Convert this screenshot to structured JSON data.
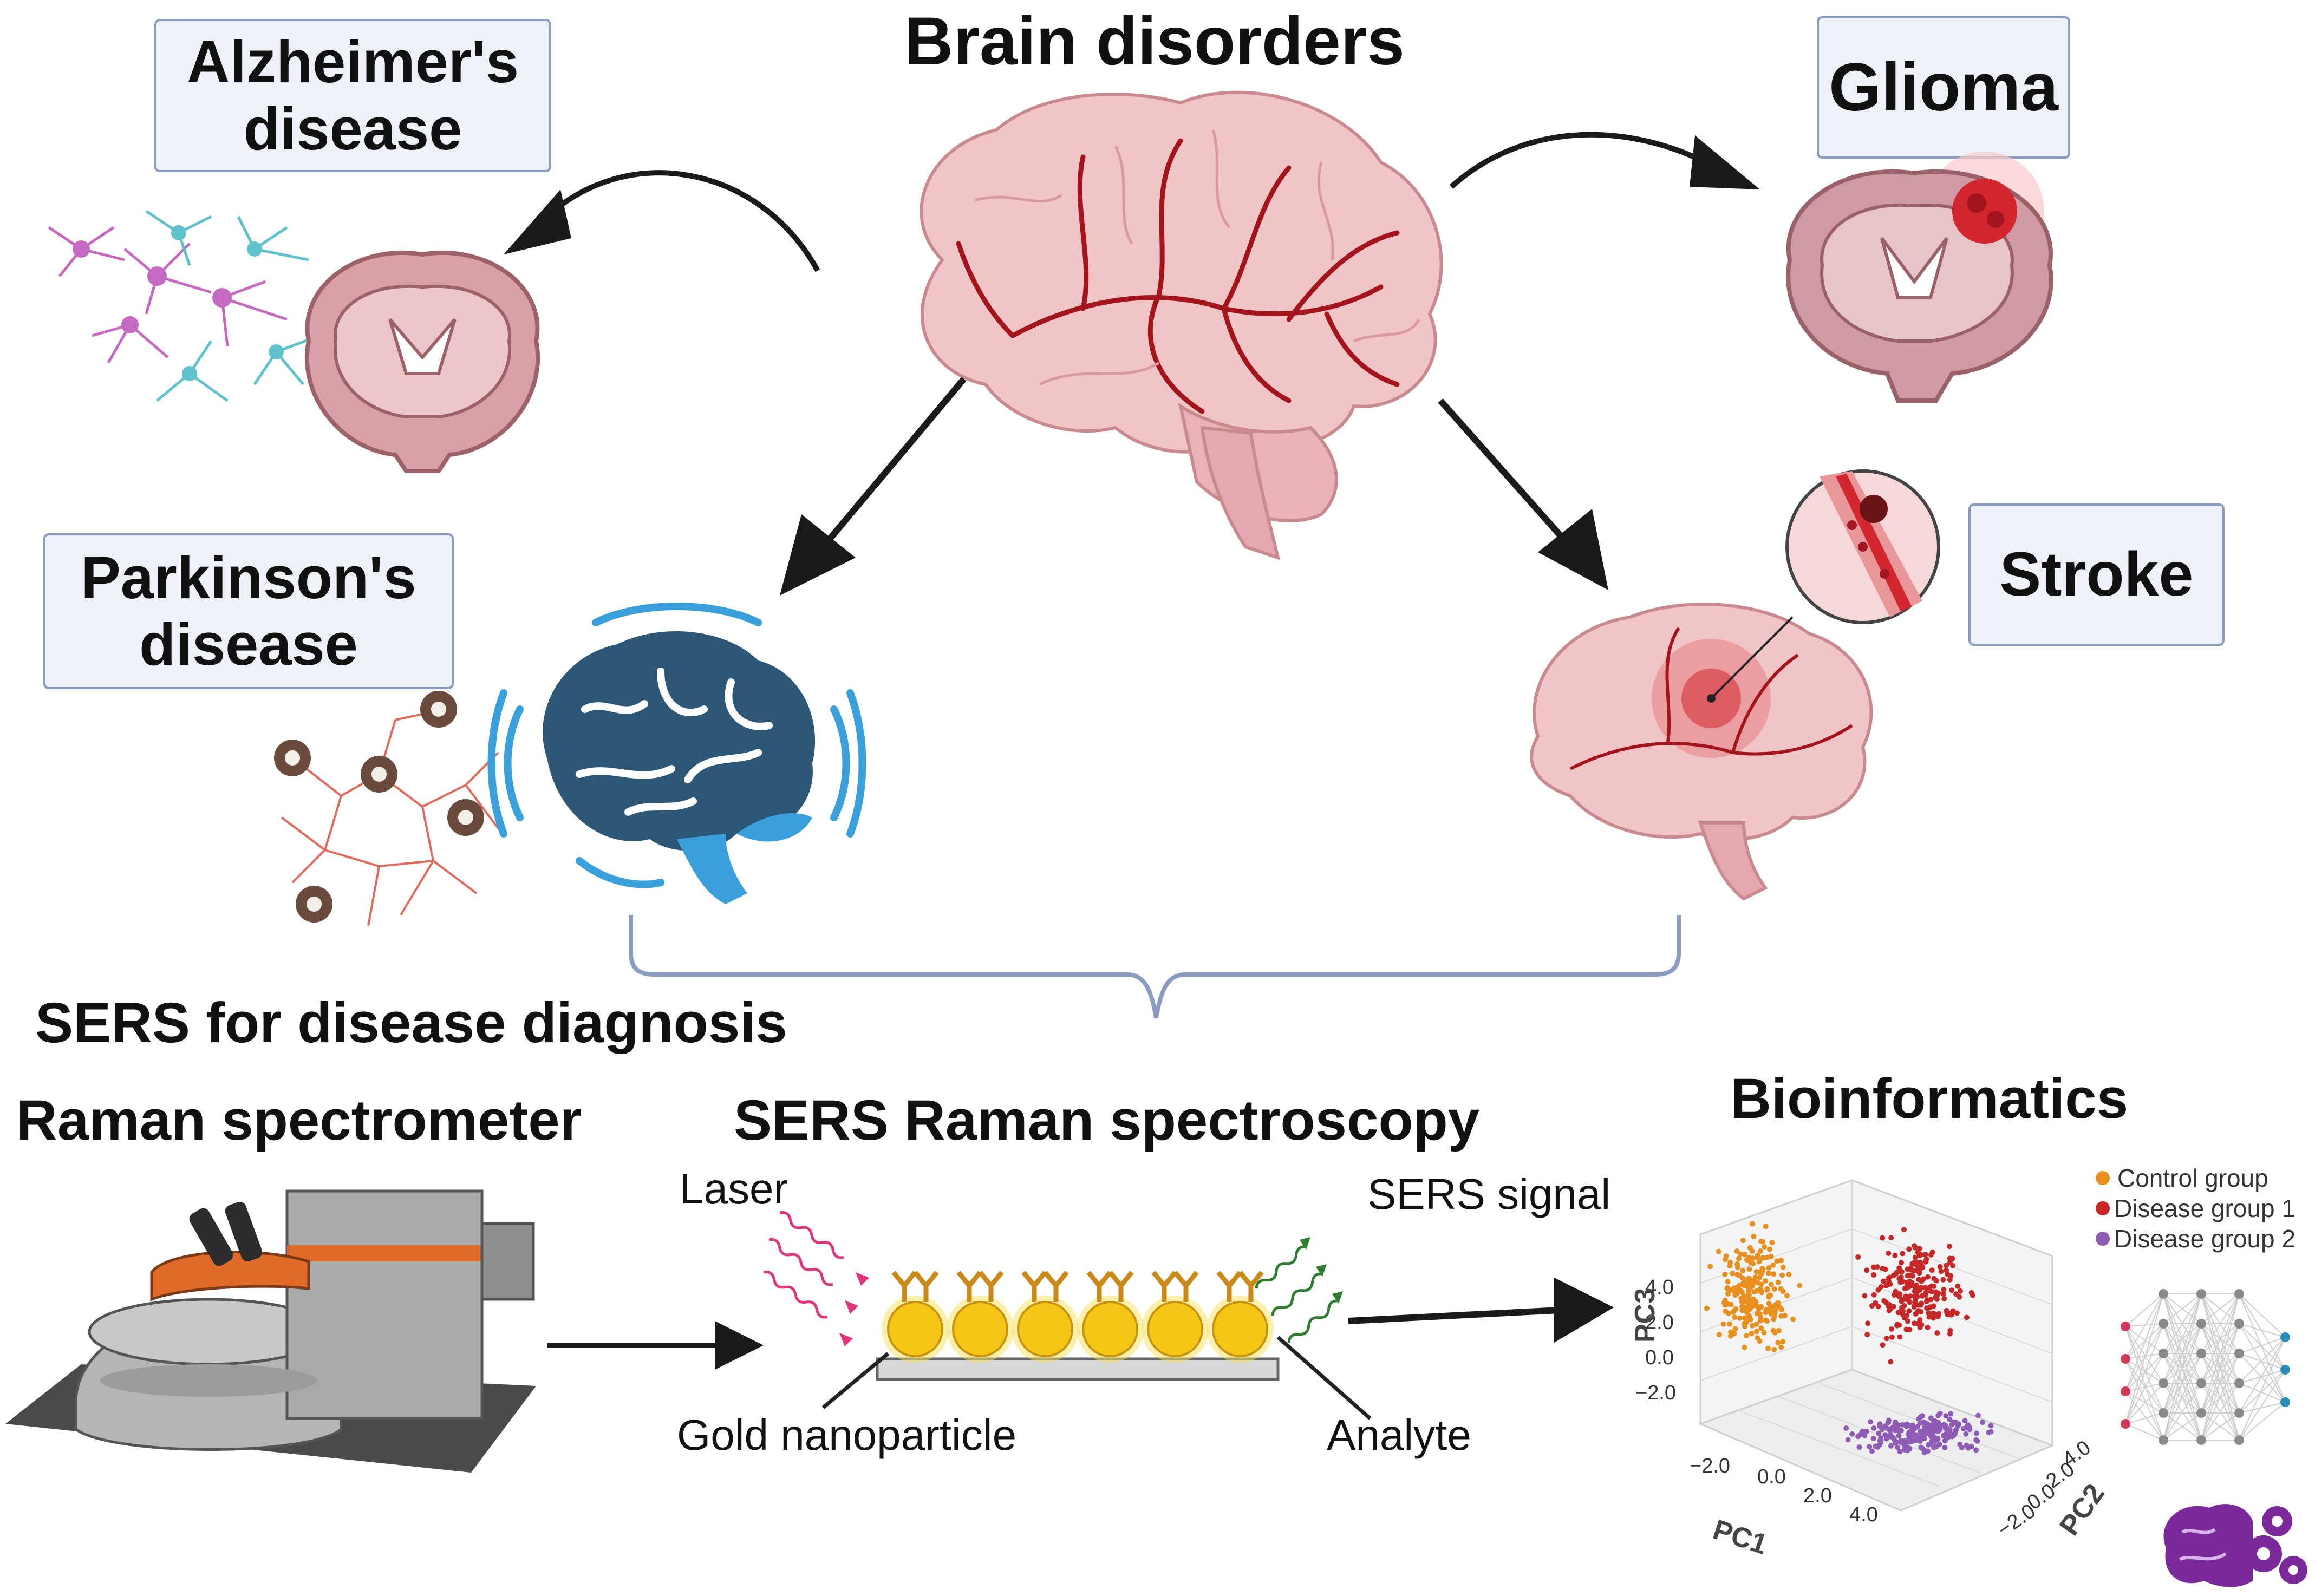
{
  "header": {
    "title": "Brain disorders"
  },
  "disorders": {
    "alzheimers": {
      "line1": "Alzheimer's",
      "line2": "disease"
    },
    "parkinsons": {
      "line1": "Parkinson's",
      "line2": "disease"
    },
    "glioma": {
      "label": "Glioma"
    },
    "stroke": {
      "label": "Stroke"
    }
  },
  "section": {
    "title": "SERS for disease diagnosis"
  },
  "spectrometer": {
    "title": "Raman spectrometer"
  },
  "spectroscopy": {
    "title": "SERS Raman spectroscopy",
    "laser_label": "Laser",
    "signal_label": "SERS signal",
    "gold_label": "Gold nanoparticle",
    "analyte_label": "Analyte"
  },
  "bioinformatics": {
    "title": "Bioinformatics",
    "legend": [
      "Control group",
      "Disease group 1",
      "Disease group 2"
    ],
    "axes": {
      "x": "PC1",
      "y": "PC2",
      "z": "PC3"
    },
    "ticks": {
      "z": [
        "4.0",
        "2.0",
        "0.0",
        "−2.0"
      ],
      "x": [
        "−2.0",
        "0.0",
        "2.0",
        "4.0"
      ],
      "y": [
        "4.0",
        "2.0",
        "0.0",
        "−2.0"
      ]
    },
    "colors": {
      "control": "#e8901f",
      "disease1": "#c62828",
      "disease2": "#8e5bb5"
    }
  }
}
